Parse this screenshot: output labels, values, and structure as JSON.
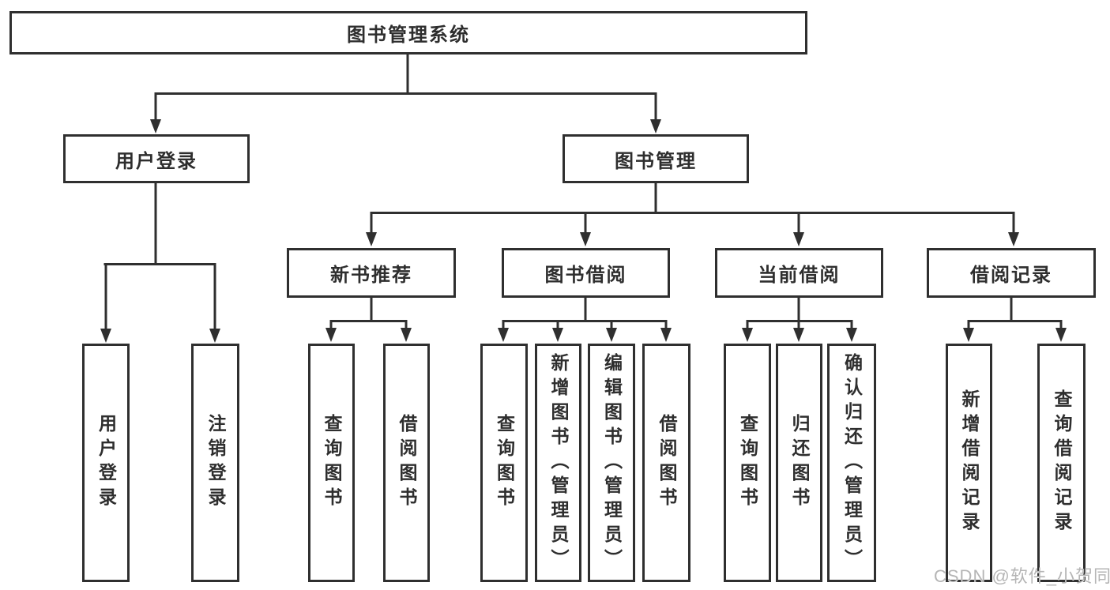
{
  "title": "图书管理系统",
  "level2": [
    {
      "label": "用户登录"
    },
    {
      "label": "图书管理"
    }
  ],
  "level3": [
    {
      "label": "新书推荐"
    },
    {
      "label": "图书借阅"
    },
    {
      "label": "当前借阅"
    },
    {
      "label": "借阅记录"
    }
  ],
  "leaves": {
    "login": [
      "用户登录",
      "注销登录"
    ],
    "recommend": [
      "查询图书",
      "借阅图书"
    ],
    "borrow": [
      "查询图书",
      "新增图书（管理员）",
      "编辑图书（管理员）",
      "借阅图书"
    ],
    "current": [
      "查询图书",
      "归还图书",
      "确认归还（管理员）"
    ],
    "records": [
      "新增借阅记录",
      "查询借阅记录"
    ]
  },
  "watermark": "CSDN @软件_小贺同学",
  "colors": {
    "line": "#2f2f2f",
    "text": "#2e2e2e",
    "watermark": "#b5b5b5",
    "background": "#ffffff"
  }
}
